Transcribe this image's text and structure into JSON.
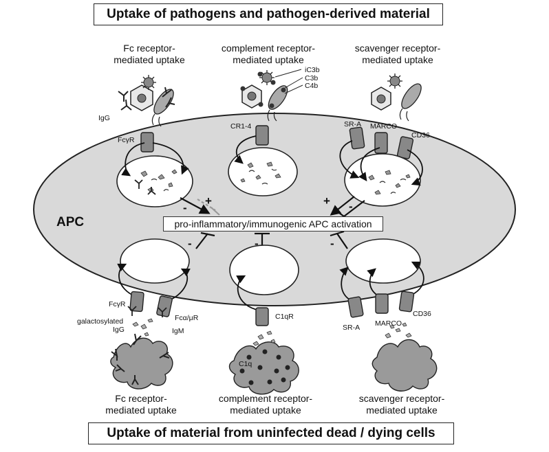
{
  "titles": {
    "top": "Uptake of pathogens and pathogen-derived material",
    "bottom": "Uptake of material from uninfected dead / dying cells"
  },
  "top_sections": {
    "fc": "Fc receptor-\nmediated uptake",
    "complement": "complement receptor-\nmediated uptake",
    "scavenger": "scavenger receptor-\nmediated uptake"
  },
  "bottom_sections": {
    "fc": "Fc receptor-\nmediated uptake",
    "complement": "complement receptor-\nmediated uptake",
    "scavenger": "scavenger receptor-\nmediated uptake"
  },
  "cell_label": "APC",
  "activation": "pro-inflammatory/immunogenic APC activation",
  "labels": {
    "igg_top": "IgG",
    "fcgr_top": "FcγR",
    "cr14": "CR1-4",
    "complement_factors": [
      "iC3b",
      "C3b",
      "C4b"
    ],
    "sra_top": "SR-A",
    "marco_top": "MARCO",
    "cd36_top": "CD36",
    "fcgr_bottom": "FcγR",
    "galactosylated": "galactosylated",
    "igg_bottom": "IgG",
    "fcamur": "Fcα/μR",
    "igm": "IgM",
    "c1qr": "C1qR",
    "c1q": "C1q",
    "sra_bottom": "SR-A",
    "marco_bottom": "MARCO",
    "cd36_bottom": "CD36"
  },
  "signs": {
    "plus": "+",
    "minus": "-"
  }
}
